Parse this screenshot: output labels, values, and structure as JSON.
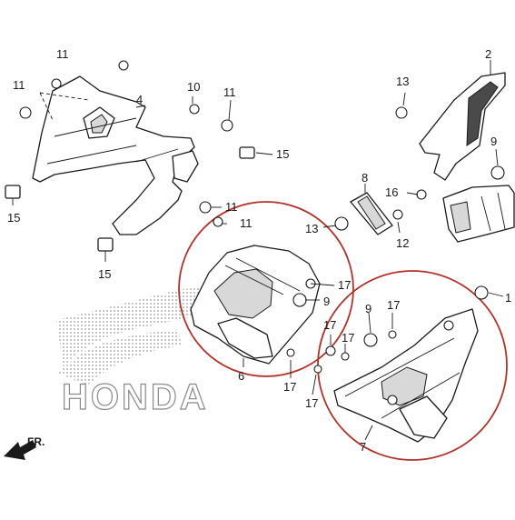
{
  "diagram": {
    "brand_watermark": "HONDA",
    "direction_label": "FR.",
    "highlight_color": "#b2322a",
    "callouts": {
      "c_top": "11",
      "c11a": "11",
      "c4": "4",
      "c10": "10",
      "c11b": "11",
      "c15a": "15",
      "c15b": "15",
      "c15c": "15",
      "c11c": "11",
      "c11d": "11",
      "c13a": "13",
      "c13b": "13",
      "c2": "2",
      "c9a": "9",
      "c8": "8",
      "c16": "16",
      "c12": "12",
      "c17a": "17",
      "c9b": "9",
      "c6": "6",
      "c17b": "17",
      "c17c": "17",
      "c9c": "9",
      "c17d": "17",
      "c17e": "17",
      "c17f": "17",
      "c1": "1",
      "c7": "7"
    }
  }
}
